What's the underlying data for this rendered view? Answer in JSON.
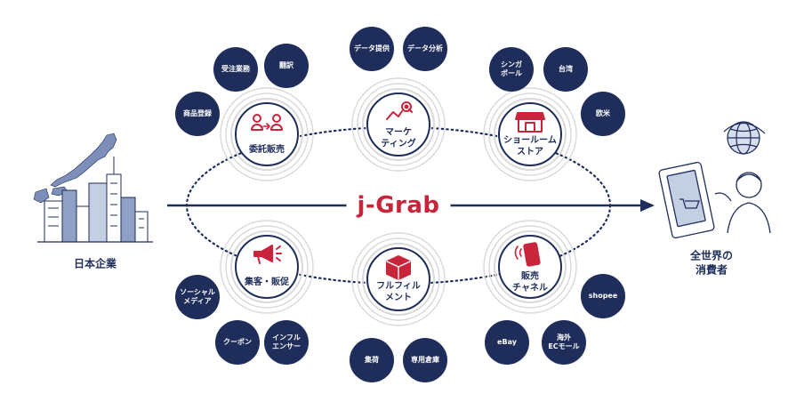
{
  "center": {
    "brand": "j-Grab"
  },
  "left_label": "日本企業",
  "right_label": "全世界の\n消費者",
  "colors": {
    "navy": "#1e2d5a",
    "red": "#c8243a",
    "ring": "#d9d9d9"
  },
  "hubs": [
    {
      "id": "consign",
      "label": "委託販売",
      "icon": "people-transfer-icon",
      "bubbles": [
        "商品登録",
        "受注業務",
        "翻訳"
      ]
    },
    {
      "id": "marketing",
      "label": "マーケ\nティング",
      "icon": "analytics-icon",
      "bubbles": [
        "データ提供",
        "データ分析"
      ]
    },
    {
      "id": "showroom",
      "label": "ショールーム\nストア",
      "icon": "storefront-icon",
      "bubbles": [
        "シンガ\nポール",
        "台湾",
        "欧米"
      ]
    },
    {
      "id": "attract",
      "label": "集客・販促",
      "icon": "megaphone-icon",
      "bubbles": [
        "ソーシャル\nメディア",
        "クーポン",
        "インフル\nエンサー"
      ]
    },
    {
      "id": "fulfill",
      "label": "フルフィル\nメント",
      "icon": "package-icon",
      "bubbles": [
        "集荷",
        "専用倉庫"
      ]
    },
    {
      "id": "sales",
      "label": "販売\nチャネル",
      "icon": "smartphone-icon",
      "bubbles": [
        "eBay",
        "海外\nECモール",
        "shopee"
      ]
    }
  ]
}
